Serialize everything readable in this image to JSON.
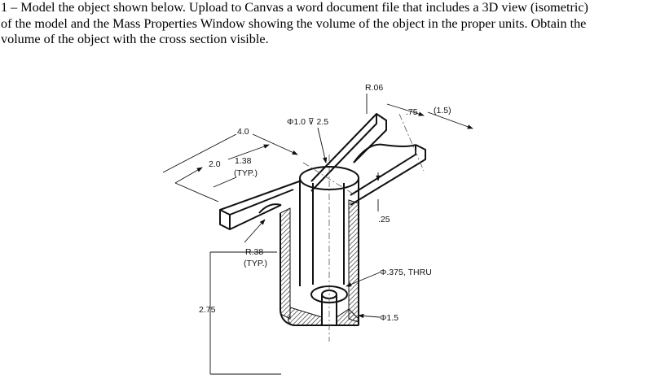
{
  "instructions": {
    "line1": "1 – Model the object shown below. Upload to Canvas a word document file that includes a 3D view (isometric)",
    "line2": "of the model and the Mass Properties Window showing the volume of the object in the proper units. Obtain the",
    "line3": "volume of the object with the cross section visible."
  },
  "drawing": {
    "dimensions": {
      "r_06": "R.06",
      "d_75": ".75",
      "d_1_5_ref": "(1.5)",
      "dia_1_0": "Φ1.0 ⊽ 2.5",
      "d_4_0": "4.0",
      "d_2_0": "2.0",
      "d_1_38": "1.38",
      "typ_1": "(TYP.)",
      "d_25": ".25",
      "r_38": "R.38",
      "typ_2": "(TYP.)",
      "dia_375": "Φ.375, THRU",
      "d_2_75": "2.75",
      "dia_1_5": "Φ1.5"
    },
    "line_color": "#111111",
    "hatch_color": "#333333"
  }
}
